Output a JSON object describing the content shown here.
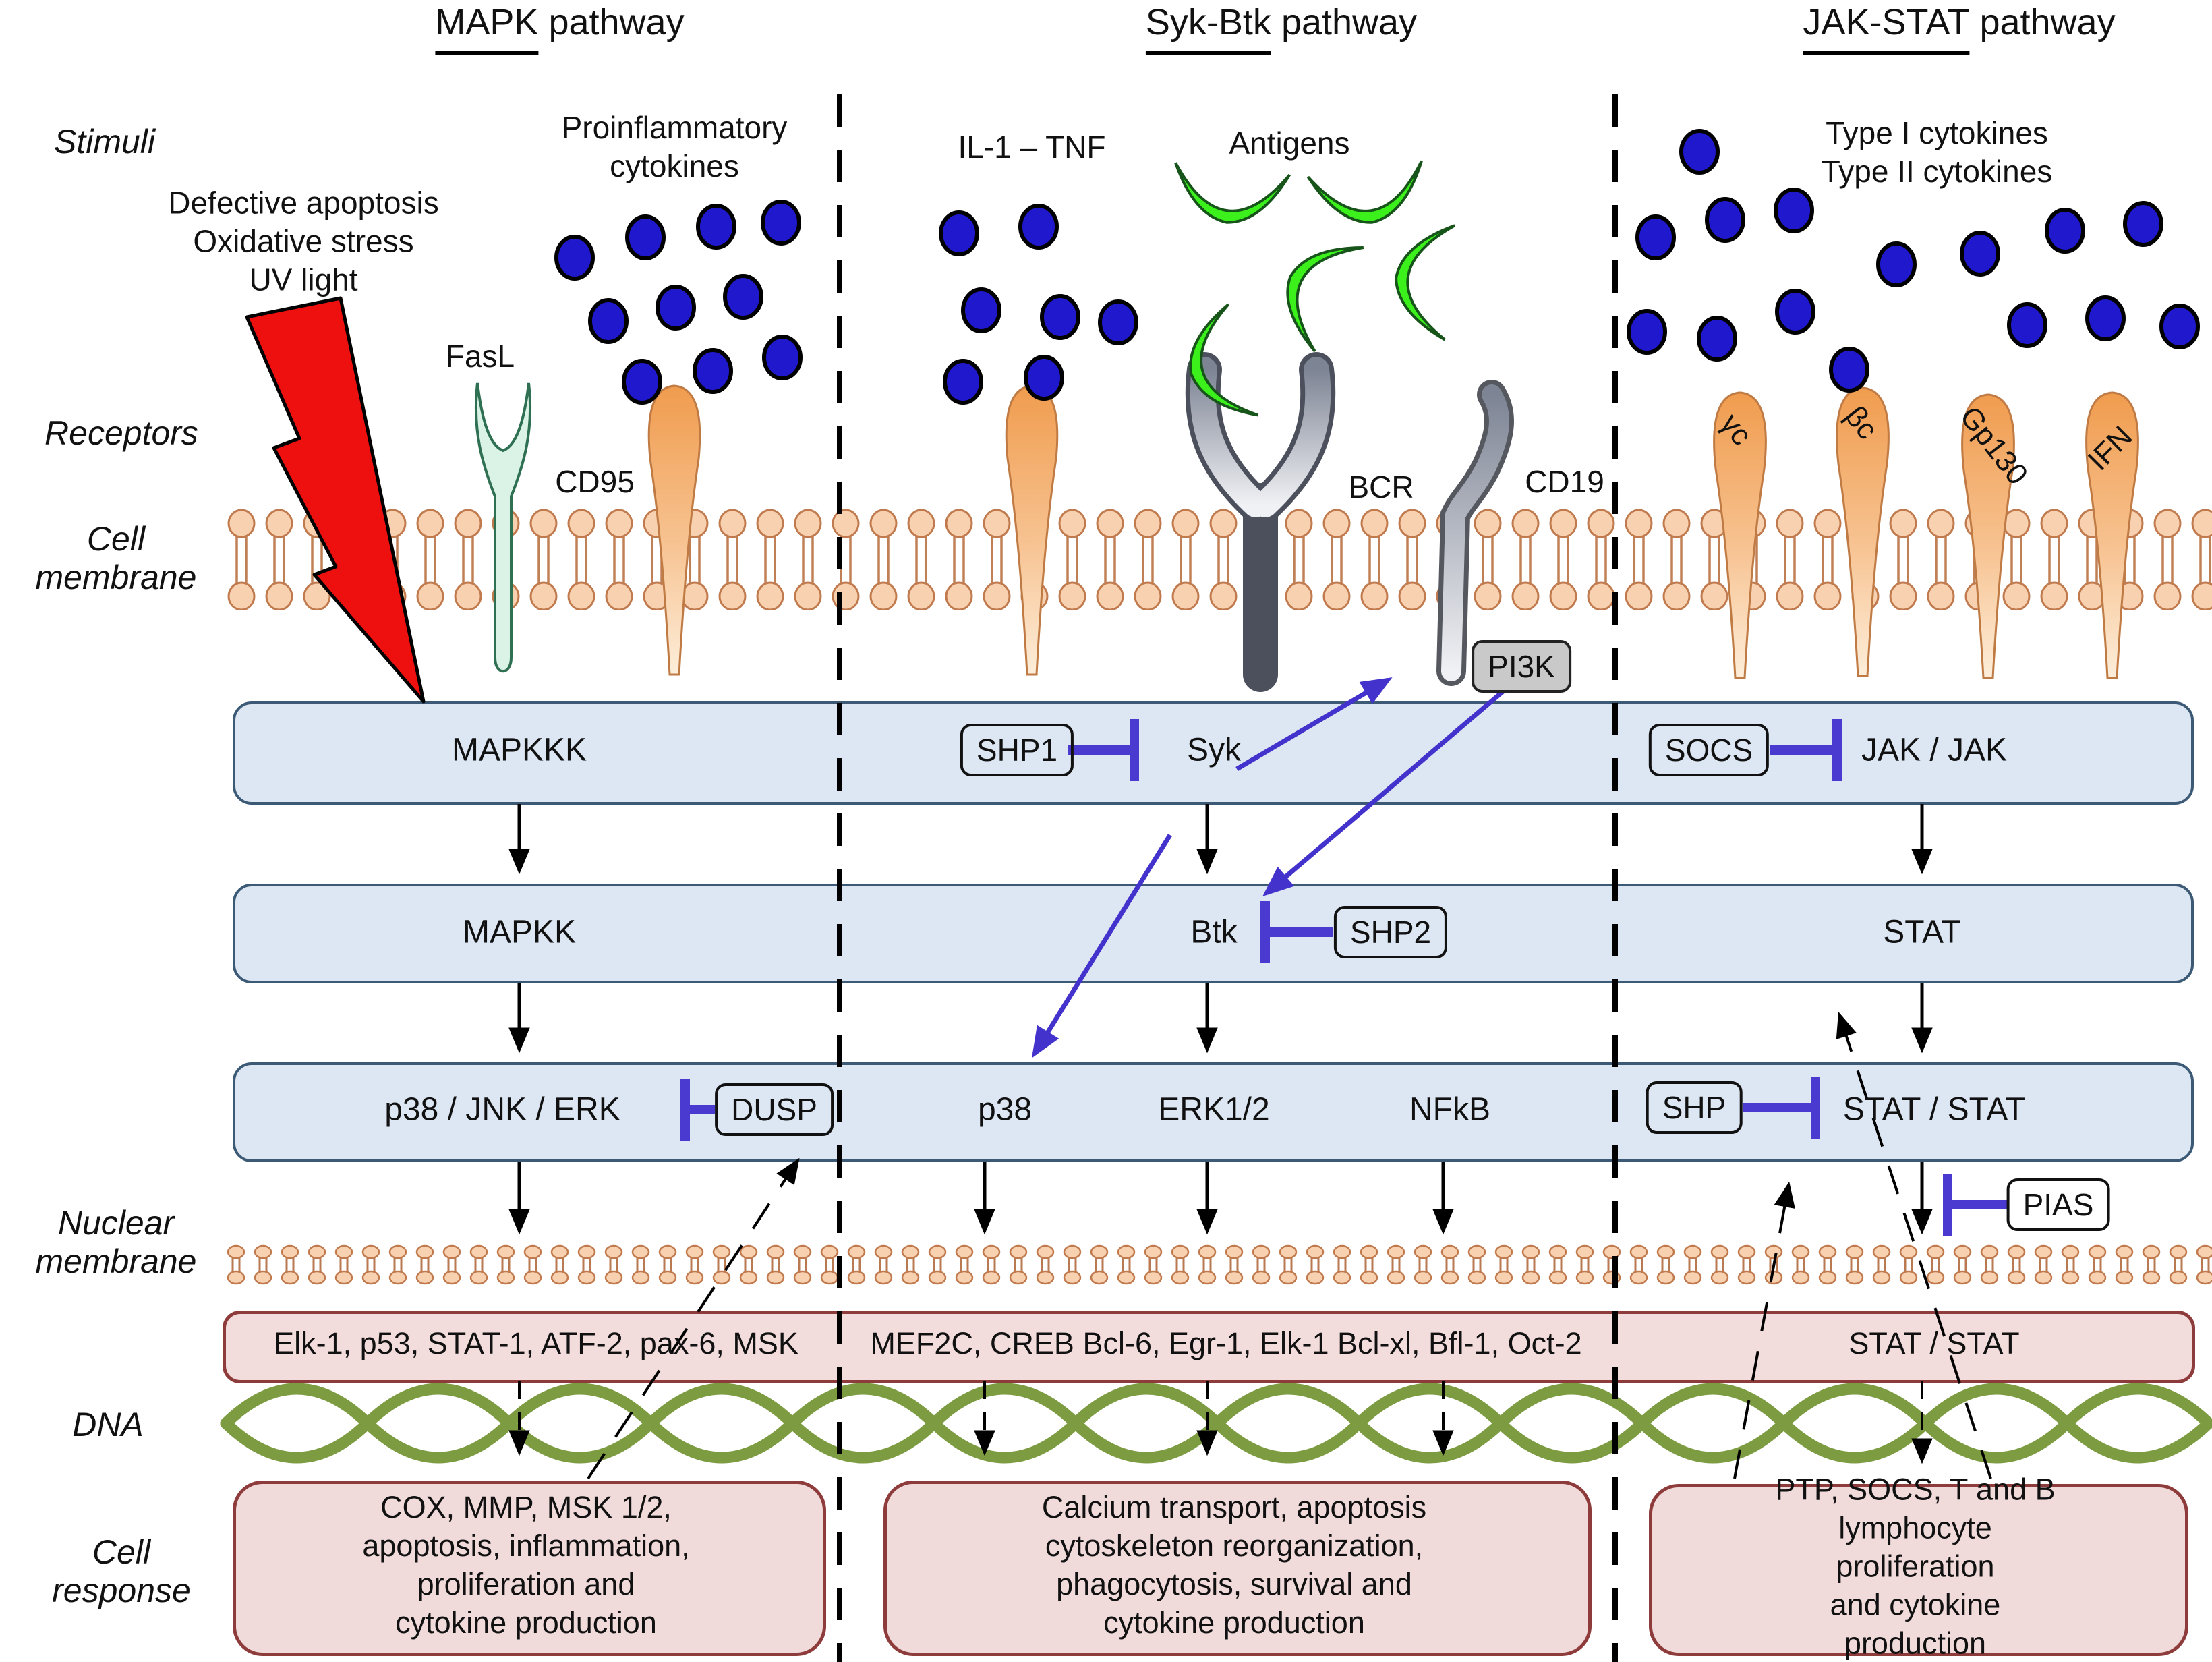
{
  "headers": {
    "mapk": {
      "underlined": "MAPK",
      "rest": " pathway"
    },
    "syk": {
      "underlined": "Syk-Btk",
      "rest": " pathway"
    },
    "jak": {
      "underlined": "JAK-STAT",
      "rest": " pathway"
    }
  },
  "side_labels": {
    "stimuli": "Stimuli",
    "receptors": "Receptors",
    "cell_membrane": "Cell\nmembrane",
    "nuclear_membrane": "Nuclear\nmembrane",
    "dna": "DNA",
    "cell_response": "Cell\nresponse"
  },
  "stimuli": {
    "mapk_stress": "Defective apoptosis\nOxidative stress\nUV light",
    "mapk_cytokines": "Proinflammatory\ncytokines",
    "syk_il1": "IL-1 – TNF",
    "syk_antigens": "Antigens",
    "jak_cytokines": "Type I cytokines\nType II cytokines"
  },
  "receptors": {
    "fasl": "FasL",
    "cd95": "CD95",
    "bcr": "BCR",
    "cd19": "CD19",
    "pi3k": "PI3K",
    "gamma_c": "γc",
    "beta_c": "βc",
    "gp130": "Gp130",
    "ifn": "IFN"
  },
  "cascade": {
    "row1": {
      "mapkkk": "MAPKKK",
      "shp1": "SHP1",
      "syk": "Syk",
      "socs": "SOCS",
      "jak": "JAK / JAK"
    },
    "row2": {
      "mapkk": "MAPKK",
      "btk": "Btk",
      "shp2": "SHP2",
      "stat": "STAT"
    },
    "row3": {
      "mapk_kinases": "p38 / JNK / ERK",
      "dusp": "DUSP",
      "p38": "p38",
      "erk": "ERK1/2",
      "nfkb": "NFkB",
      "shp": "SHP",
      "stat_stat": "STAT / STAT"
    },
    "pias": "PIAS"
  },
  "nucleus": {
    "tf_mapk": "Elk-1, p53, STAT-1, ATF-2, pax-6, MSK",
    "tf_syk": "MEF2C, CREB  Bcl-6, Egr-1, Elk-1 Bcl-xl, Bfl-1, Oct-2",
    "tf_jak": "STAT / STAT"
  },
  "responses": {
    "mapk": "COX, MMP, MSK 1/2,\napoptosis, inflammation,\nproliferation and\ncytokine production",
    "syk": "Calcium transport, apoptosis\ncytoskeleton reorganization,\nphagocytosis, survival and\ncytokine production",
    "jak": "PTP, SOCS, T and B\nlymphocyte proliferation\nand cytokine production"
  },
  "colors": {
    "band_fill": "#dce7f3",
    "band_border": "#3c5a76",
    "pink_fill": "#f3dcdc",
    "pink_border": "#8e3b3b",
    "inhibitor_blue": "#4a3ad0",
    "activation_blue": "#4333cc",
    "cytokine_dot_blue": "#2018cc",
    "antigen_green": "#3bf01b",
    "membrane_peach": "#f8d2b0",
    "dna_green": "#7d9c42",
    "bolt_red": "#ee0f0f",
    "pi3k_gray": "#c9c9c9"
  }
}
